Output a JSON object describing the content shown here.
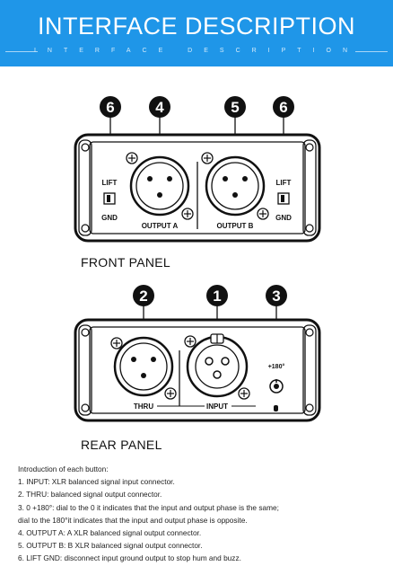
{
  "header": {
    "title": "INTERFACE DESCRIPTION",
    "subtitle": "INTERFACE DESCRIPTION"
  },
  "front_panel": {
    "title": "FRONT PANEL",
    "callouts": [
      "6",
      "4",
      "5",
      "6"
    ],
    "labels": {
      "lift_left": "LIFT",
      "gnd_left": "GND",
      "output_a": "OUTPUT A",
      "output_b": "OUTPUT B",
      "lift_right": "LIFT",
      "gnd_right": "GND"
    }
  },
  "rear_panel": {
    "title": "REAR PANEL",
    "callouts": [
      "2",
      "1",
      "3"
    ],
    "labels": {
      "phase": "+180°",
      "thru": "THRU",
      "input": "INPUT"
    }
  },
  "description": {
    "heading": "Introduction of each button:",
    "lines": [
      "1. INPUT: XLR balanced signal input connector.",
      "2. THRU: balanced signal output connector.",
      "3. 0 +180°:  dial to the 0 it indicates that the input and output phase is the same;",
      "dial to the 180°it indicates that the input and output phase is opposite.",
      "4. OUTPUT A: A XLR balanced signal output connector.",
      "5. OUTPUT B: B XLR balanced signal output connector.",
      "6. LIFT GND: disconnect input ground output to stop hum and buzz."
    ]
  },
  "colors": {
    "banner": "#1f96e8",
    "ink": "#111111"
  }
}
